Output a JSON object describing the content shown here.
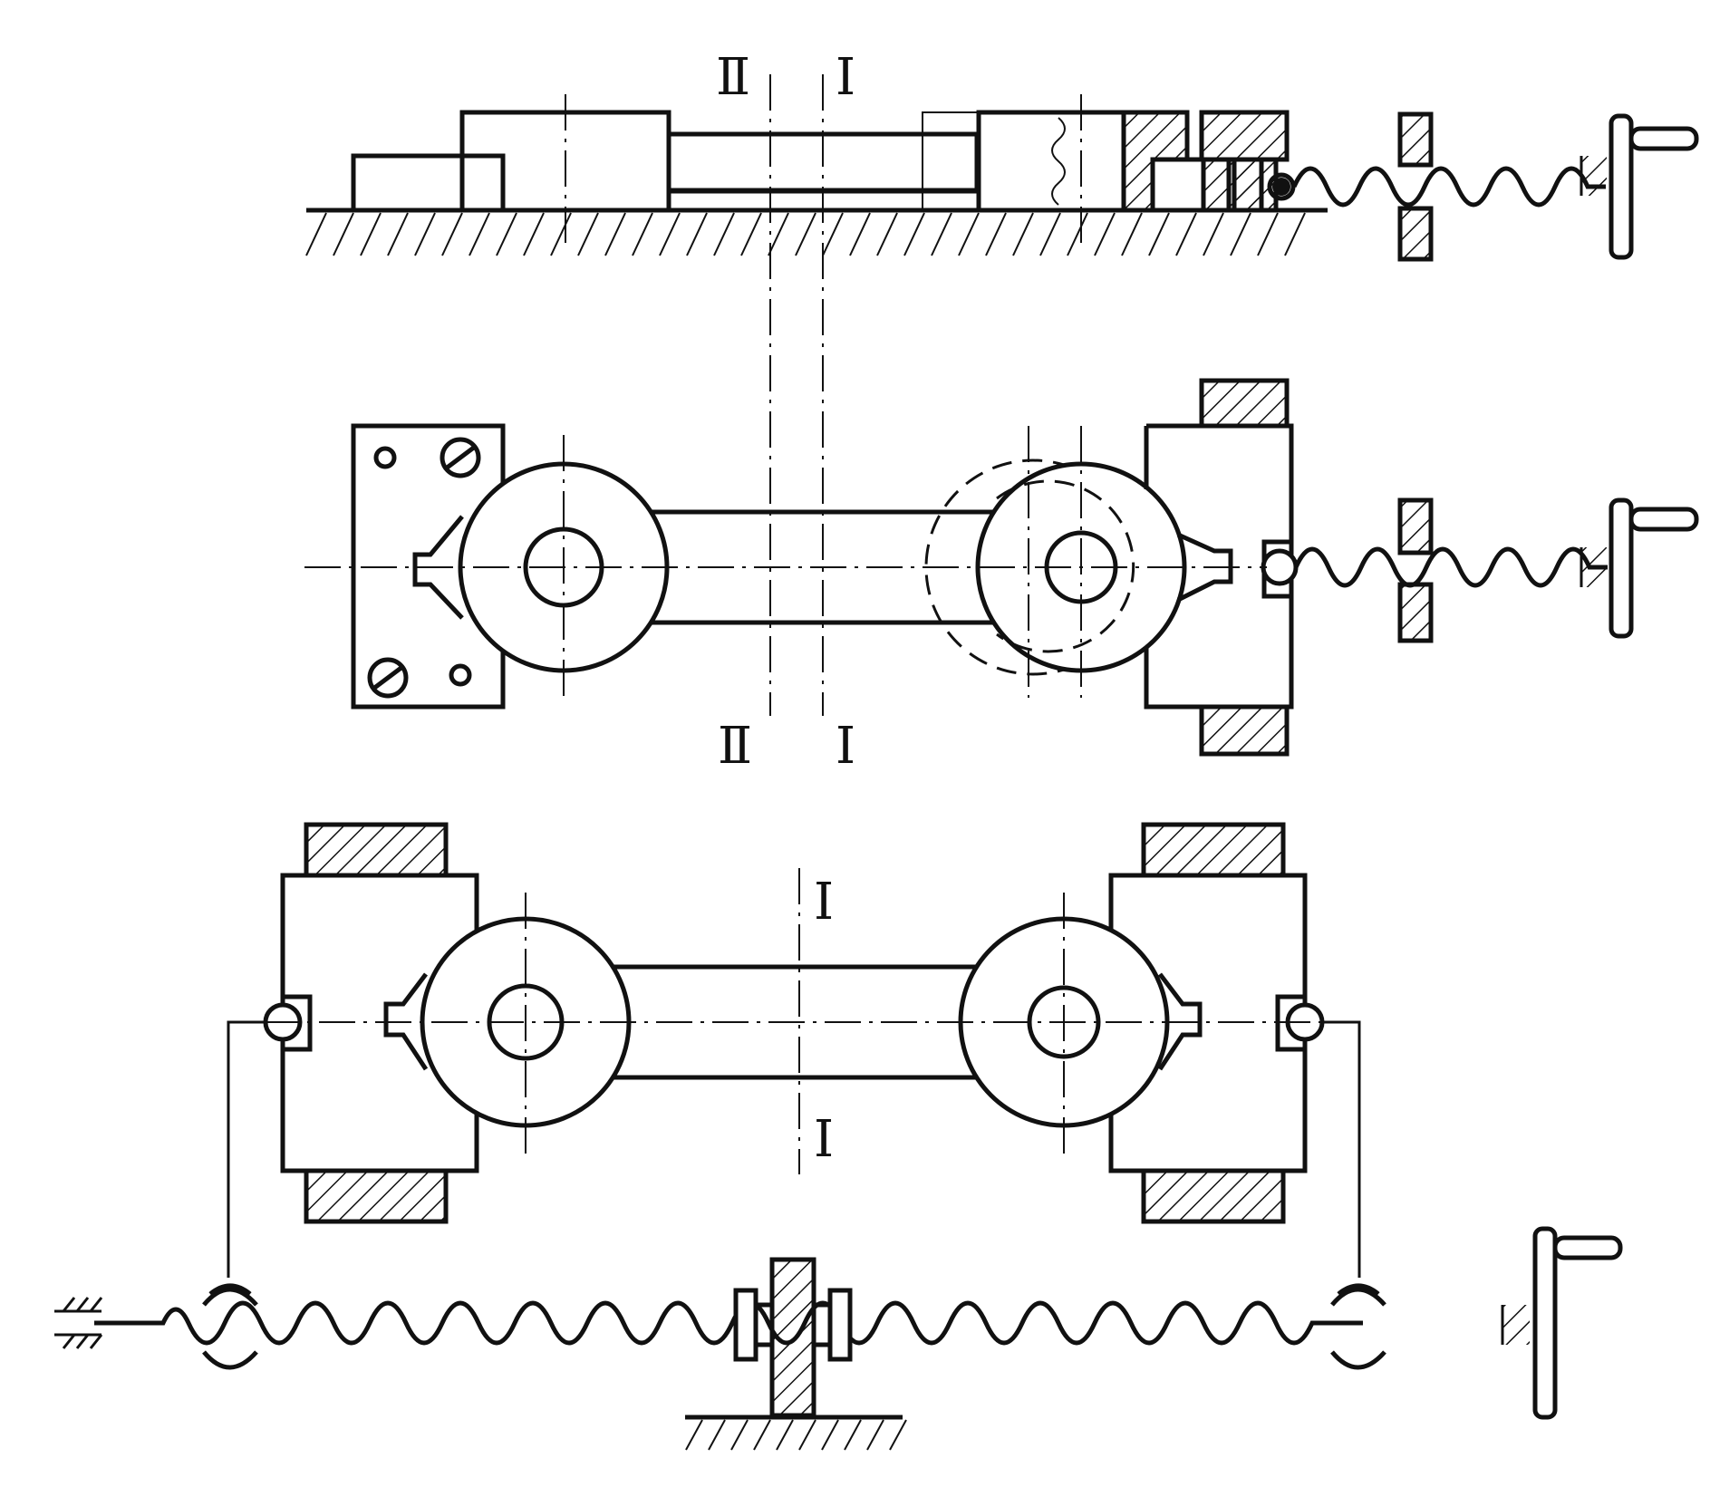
{
  "section_labels": {
    "top_left": "Ⅱ",
    "top_right": "Ⅰ",
    "mid_left": "Ⅱ",
    "mid_right": "Ⅰ",
    "bottom_upper": "Ⅰ",
    "bottom_lower": "Ⅰ"
  },
  "colors": {
    "ink": "#111111",
    "paper": "#ffffff"
  }
}
